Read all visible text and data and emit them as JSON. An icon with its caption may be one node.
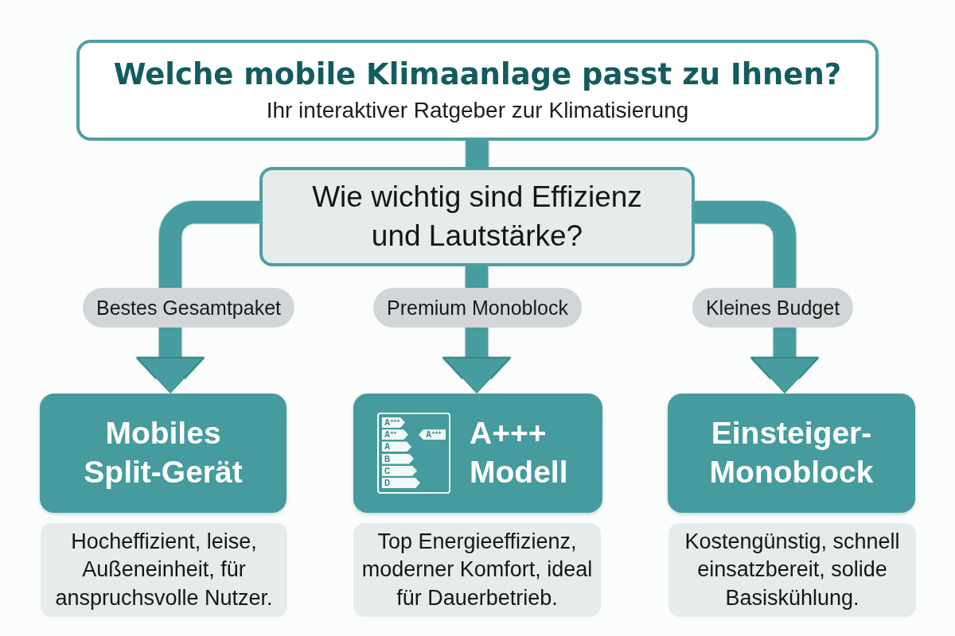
{
  "diagram": {
    "nodes": [
      {
        "text": [
          "Welche mobile Klimaanlage passt zu Ihnen?",
          "Ihr interaktiver Ratgeber zur Klimatisierung"
        ]
      },
      {
        "text": [
          "Wie wichtig sind Effizienz und Lautstärke?"
        ]
      },
      {
        "text": [
          "Mobiles Split-Gerät"
        ]
      },
      {
        "text": [
          "A+++ Modell"
        ]
      },
      {
        "text": [
          "Einsteiger-Monoblock"
        ]
      },
      {
        "text": [
          "Hocheffizient, leise, Außeneinheit, für anspruchsvolle Nutzer."
        ]
      },
      {
        "text": [
          "Top Energieeffizienz, moderner Komfort, ideal für Dauerbetrieb."
        ]
      },
      {
        "text": [
          "Kostengünstig, schnell einsatzbereit, solide Basiskühlung."
        ]
      }
    ],
    "edges": [
      {
        "from": 0,
        "to": 1,
        "arrow": "none"
      },
      {
        "from": 1,
        "to": 2,
        "arrow": "to",
        "label": "Bestes Gesamtpaket"
      },
      {
        "from": 1,
        "to": 3,
        "arrow": "to",
        "label": "Premium Monoblock"
      },
      {
        "from": 1,
        "to": 4,
        "arrow": "to",
        "label": "Kleines Budget"
      }
    ],
    "labels": [
      "A$^{+++}$",
      "A$^{++}$",
      "A$^{+++}$",
      "A",
      "B",
      "C",
      "D"
    ]
  }
}
